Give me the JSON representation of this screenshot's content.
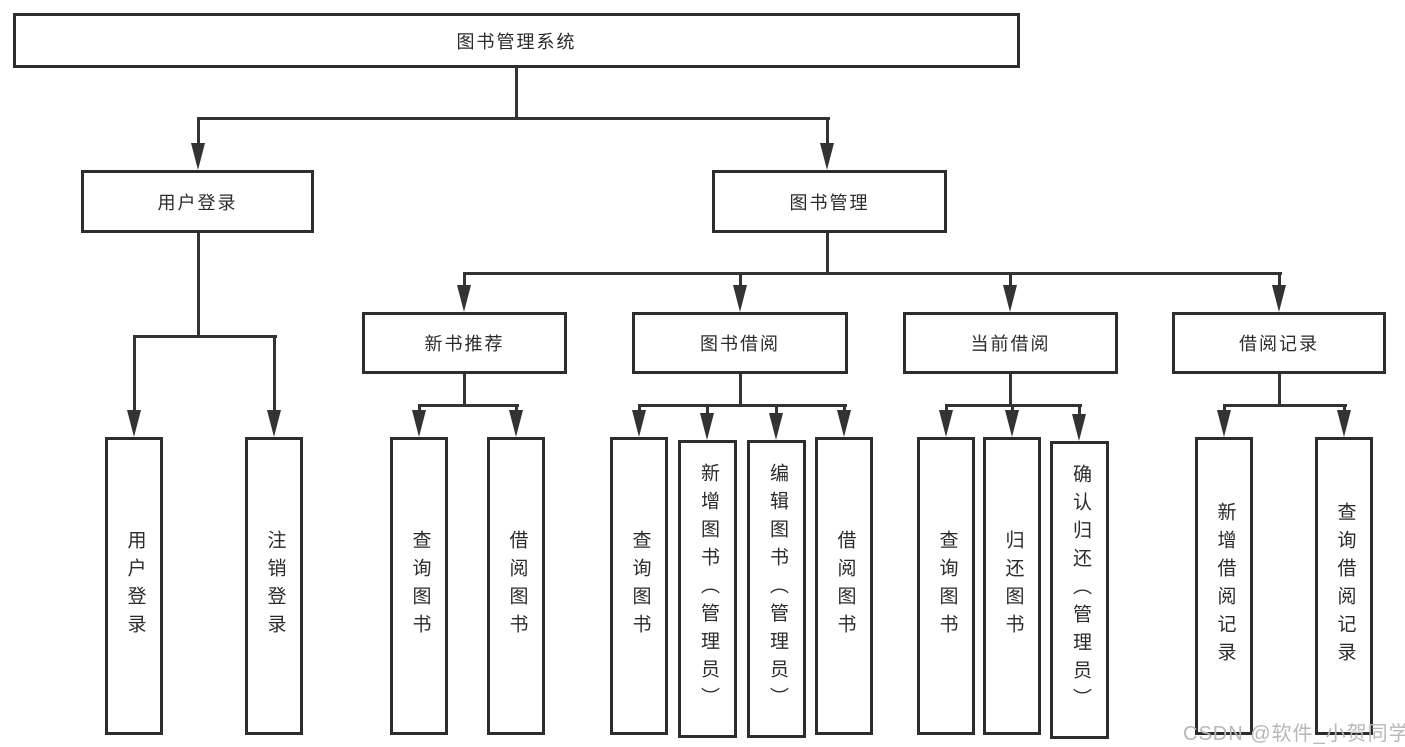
{
  "diagram": {
    "title": "图书管理系统",
    "root": {
      "label": "图书管理系统"
    },
    "level2": [
      {
        "label": "用户登录"
      },
      {
        "label": "图书管理"
      }
    ],
    "user_login_children": [
      {
        "label": "用户登录"
      },
      {
        "label": "注销登录"
      }
    ],
    "book_management_children": [
      {
        "label": "新书推荐"
      },
      {
        "label": "图书借阅"
      },
      {
        "label": "当前借阅"
      },
      {
        "label": "借阅记录"
      }
    ],
    "new_book_children": [
      {
        "label": "查询图书"
      },
      {
        "label": "借阅图书"
      }
    ],
    "borrow_children": [
      {
        "label": "查询图书"
      },
      {
        "label": "新增图书（管理员）"
      },
      {
        "label": "编辑图书（管理员）"
      },
      {
        "label": "借阅图书"
      }
    ],
    "current_children": [
      {
        "label": "查询图书"
      },
      {
        "label": "归还图书"
      },
      {
        "label": "确认归还（管理员）"
      }
    ],
    "record_children": [
      {
        "label": "新增借阅记录"
      },
      {
        "label": "查询借阅记录"
      }
    ]
  },
  "watermark": {
    "text": "CSDN @软件_小贺同学"
  },
  "colors": {
    "line": "#333333",
    "box_border": "#2d2d2d",
    "text": "#2b2b2b",
    "watermark": "#b7b7b7",
    "background": "#ffffff"
  }
}
